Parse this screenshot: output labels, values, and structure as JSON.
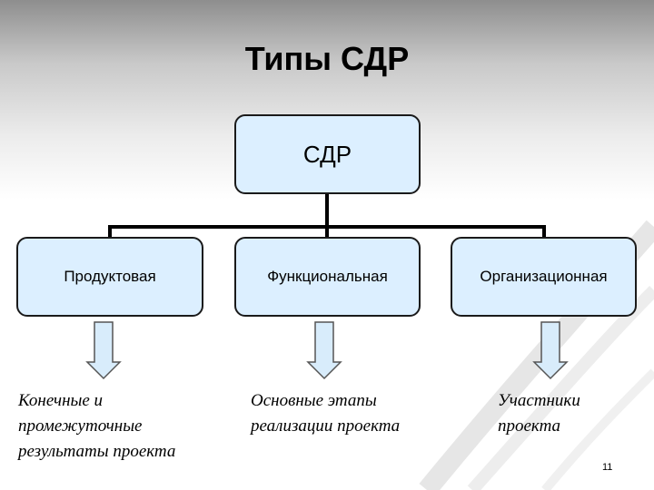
{
  "title": "Типы СДР",
  "root": {
    "label": "СДР"
  },
  "types": [
    {
      "label": "Продуктовая",
      "description": [
        "Конечные и",
        "промежуточные",
        "результаты проекта"
      ]
    },
    {
      "label": "Функциональная",
      "description": [
        "Основные этапы",
        "реализации проекта"
      ]
    },
    {
      "label": "Организационная",
      "description": [
        "Участники",
        "проекта"
      ]
    }
  ],
  "page_number": "11",
  "colors": {
    "box_fill": "#dcefff",
    "box_border": "#1a1a1a",
    "arrow_fill": "#d8ecfb"
  }
}
